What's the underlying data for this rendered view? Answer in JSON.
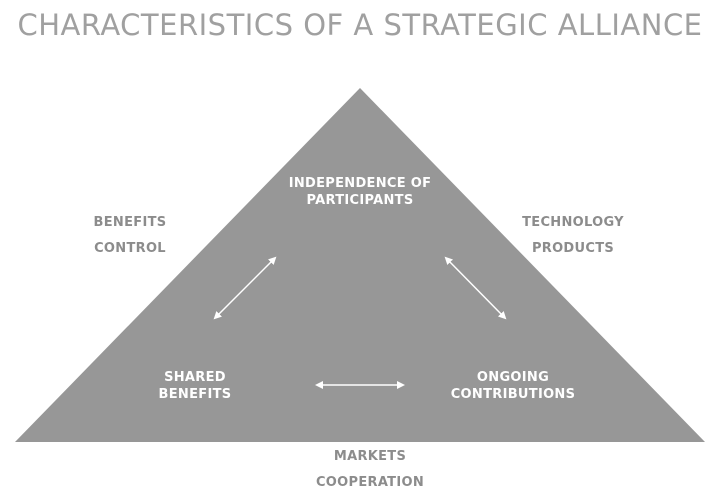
{
  "title": "CHARACTERISTICS OF A STRATEGIC ALLIANCE",
  "colors": {
    "triangle": "#979797",
    "title": "#a0a0a0",
    "outer_text": "#8c8c8c",
    "inner_text": "#ffffff"
  },
  "inner": {
    "top": [
      "INDEPENDENCE OF",
      "PARTICIPANTS"
    ],
    "left": [
      "SHARED",
      "BENEFITS"
    ],
    "right": [
      "ONGOING",
      "CONTRIBUTIONS"
    ]
  },
  "outer": {
    "left": [
      "BENEFITS",
      "CONTROL"
    ],
    "right": [
      "TECHNOLOGY",
      "PRODUCTS"
    ],
    "bottom": [
      "MARKETS",
      "COOPERATION"
    ]
  }
}
